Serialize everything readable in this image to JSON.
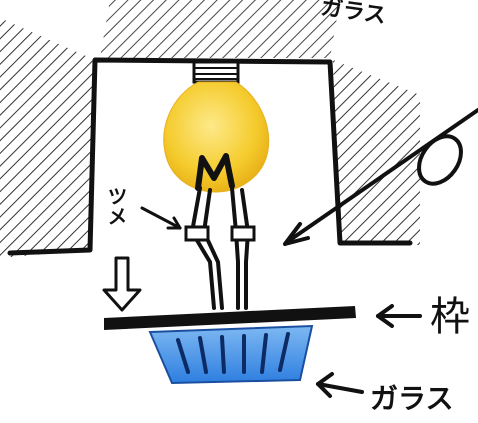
{
  "labels": {
    "top_glass": "ガラス",
    "claw": "ツメ",
    "frame": "枠",
    "bottom_glass": "ガラス"
  },
  "colors": {
    "ink": "#111111",
    "bulb": "#f5cc2e",
    "bulb_highlight": "#fbe07a",
    "glass_blue": "#2e7ee0",
    "glass_blue_light": "#7db8f2",
    "hatch": "#333333"
  }
}
